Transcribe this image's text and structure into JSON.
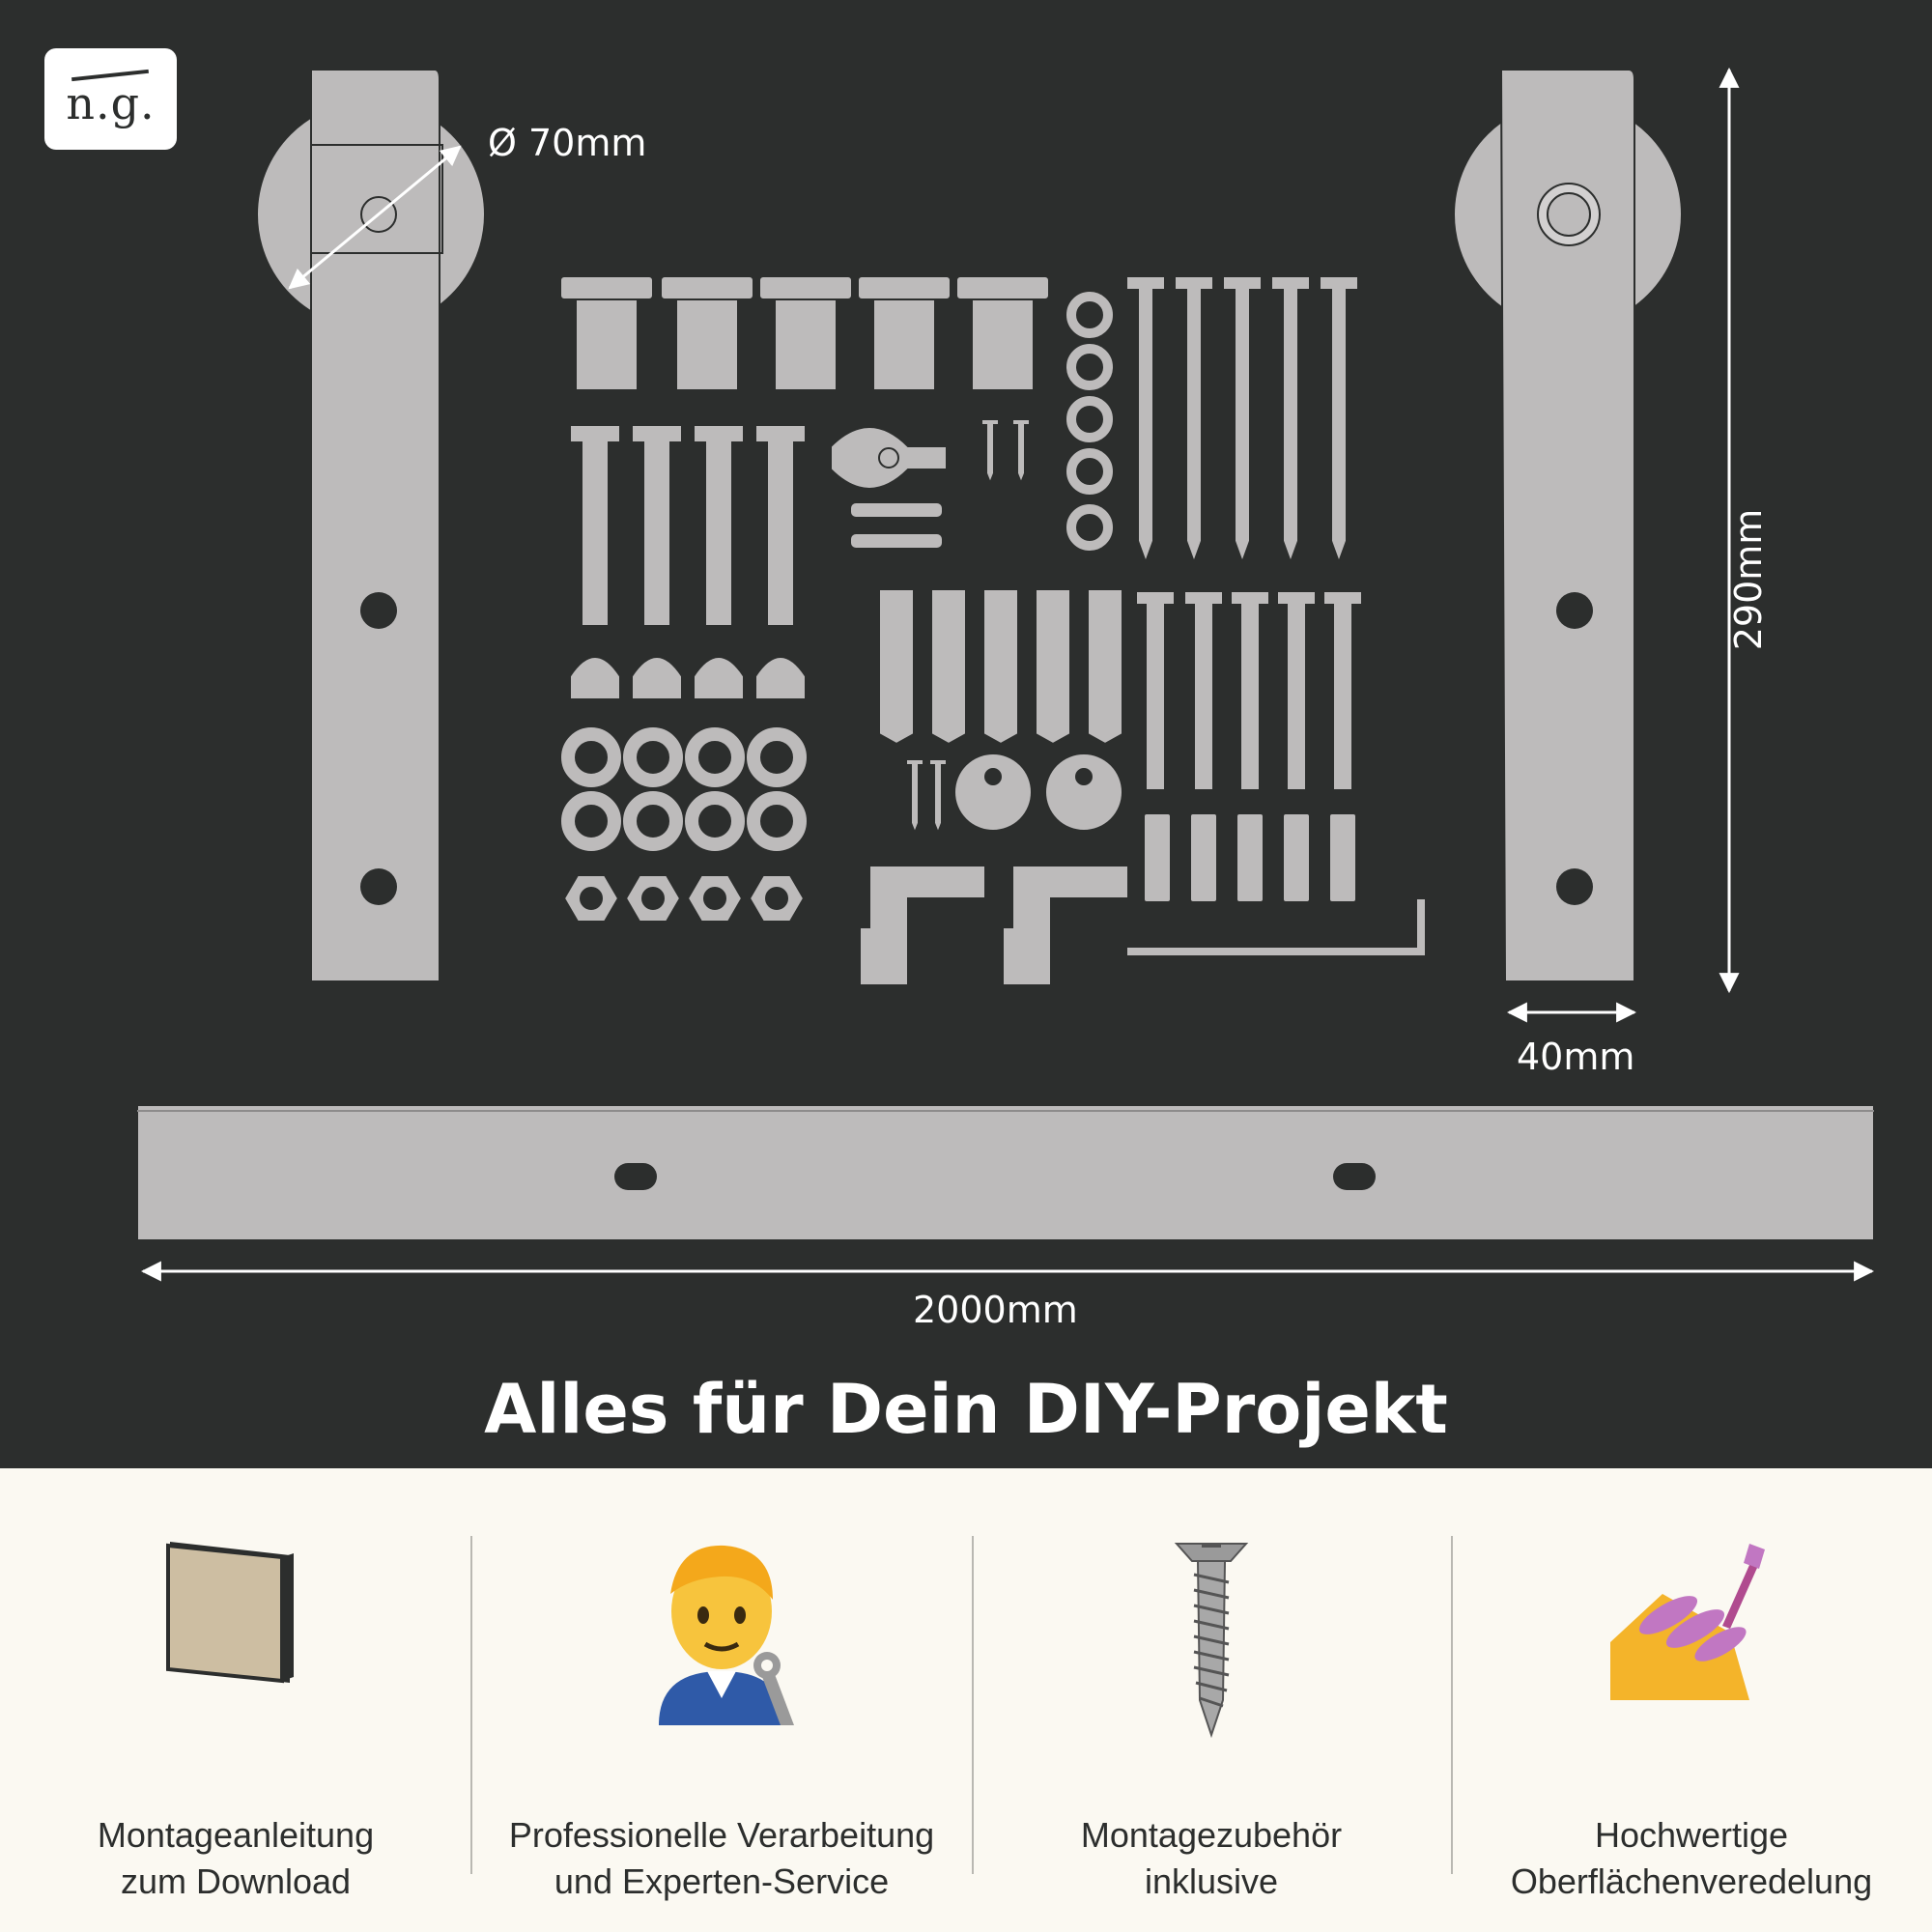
{
  "logo": {
    "text": "n.g."
  },
  "dimensions": {
    "diameter": "Ø 70mm",
    "height": "290mm",
    "width": "40mm",
    "length": "2000mm"
  },
  "headline": "Alles für Dein DIY-Projekt",
  "features": [
    {
      "icon": "manual-book-icon",
      "line1": "Montageanleitung",
      "line2": "zum Download"
    },
    {
      "icon": "mechanic-icon",
      "line1": "Professionelle Verarbeitung",
      "line2": "und Experten-Service"
    },
    {
      "icon": "screw-icon",
      "line1": "Montagezubehör",
      "line2": "inklusive"
    },
    {
      "icon": "nail-polish-icon",
      "line1": "Hochwertige",
      "line2": "Oberflächenveredelung"
    }
  ],
  "colors": {
    "background_dark": "#2c2e2d",
    "background_light": "#fbf9f2",
    "metal": "#bdbbbb",
    "text_dark": "#2c2e2d"
  }
}
